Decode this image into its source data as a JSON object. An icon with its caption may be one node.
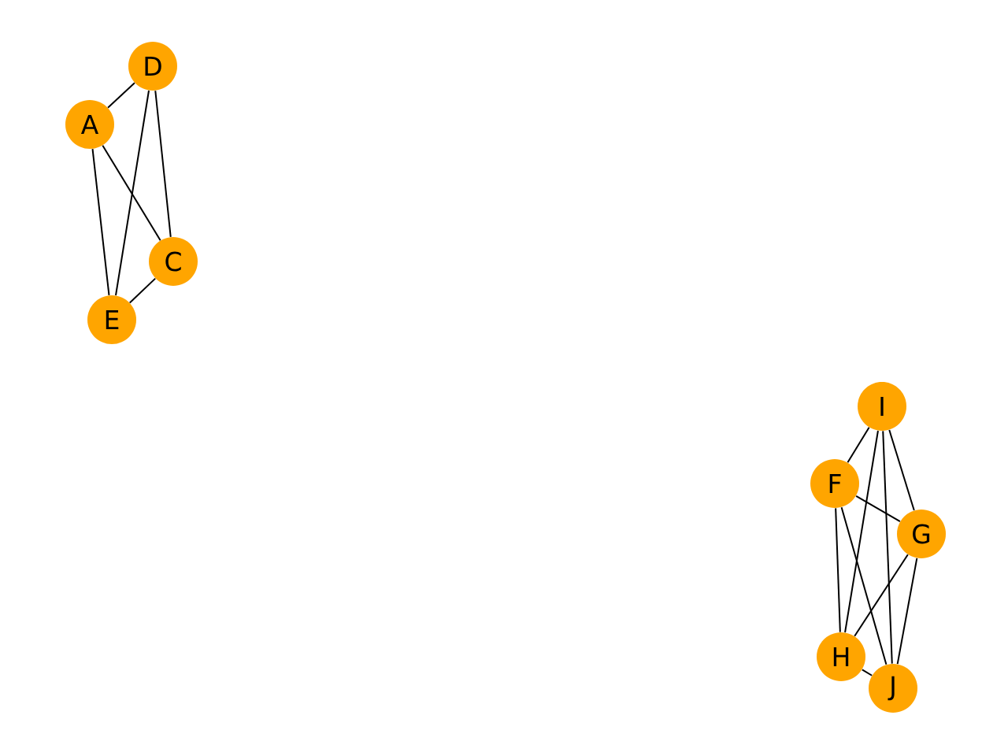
{
  "diagram": {
    "nodes": [
      {
        "text": [
          "D"
        ]
      },
      {
        "text": [
          "A"
        ]
      },
      {
        "text": [
          "C"
        ]
      },
      {
        "text": [
          "E"
        ]
      },
      {
        "text": [
          "I"
        ]
      },
      {
        "text": [
          "F"
        ]
      },
      {
        "text": [
          "G"
        ]
      },
      {
        "text": [
          "H"
        ]
      },
      {
        "text": [
          "J"
        ]
      }
    ],
    "edges": [
      {
        "from": 1,
        "to": 0,
        "arrow": "none"
      },
      {
        "from": 1,
        "to": 2,
        "arrow": "none"
      },
      {
        "from": 1,
        "to": 3,
        "arrow": "none"
      },
      {
        "from": 0,
        "to": 2,
        "arrow": "none"
      },
      {
        "from": 0,
        "to": 3,
        "arrow": "none"
      },
      {
        "from": 2,
        "to": 3,
        "arrow": "none"
      },
      {
        "from": 4,
        "to": 5,
        "arrow": "none"
      },
      {
        "from": 4,
        "to": 6,
        "arrow": "none"
      },
      {
        "from": 4,
        "to": 7,
        "arrow": "none"
      },
      {
        "from": 4,
        "to": 8,
        "arrow": "none"
      },
      {
        "from": 5,
        "to": 6,
        "arrow": "none"
      },
      {
        "from": 5,
        "to": 7,
        "arrow": "none"
      },
      {
        "from": 5,
        "to": 8,
        "arrow": "none"
      },
      {
        "from": 6,
        "to": 7,
        "arrow": "none"
      },
      {
        "from": 6,
        "to": 8,
        "arrow": "none"
      },
      {
        "from": 7,
        "to": 8,
        "arrow": "none"
      }
    ]
  }
}
